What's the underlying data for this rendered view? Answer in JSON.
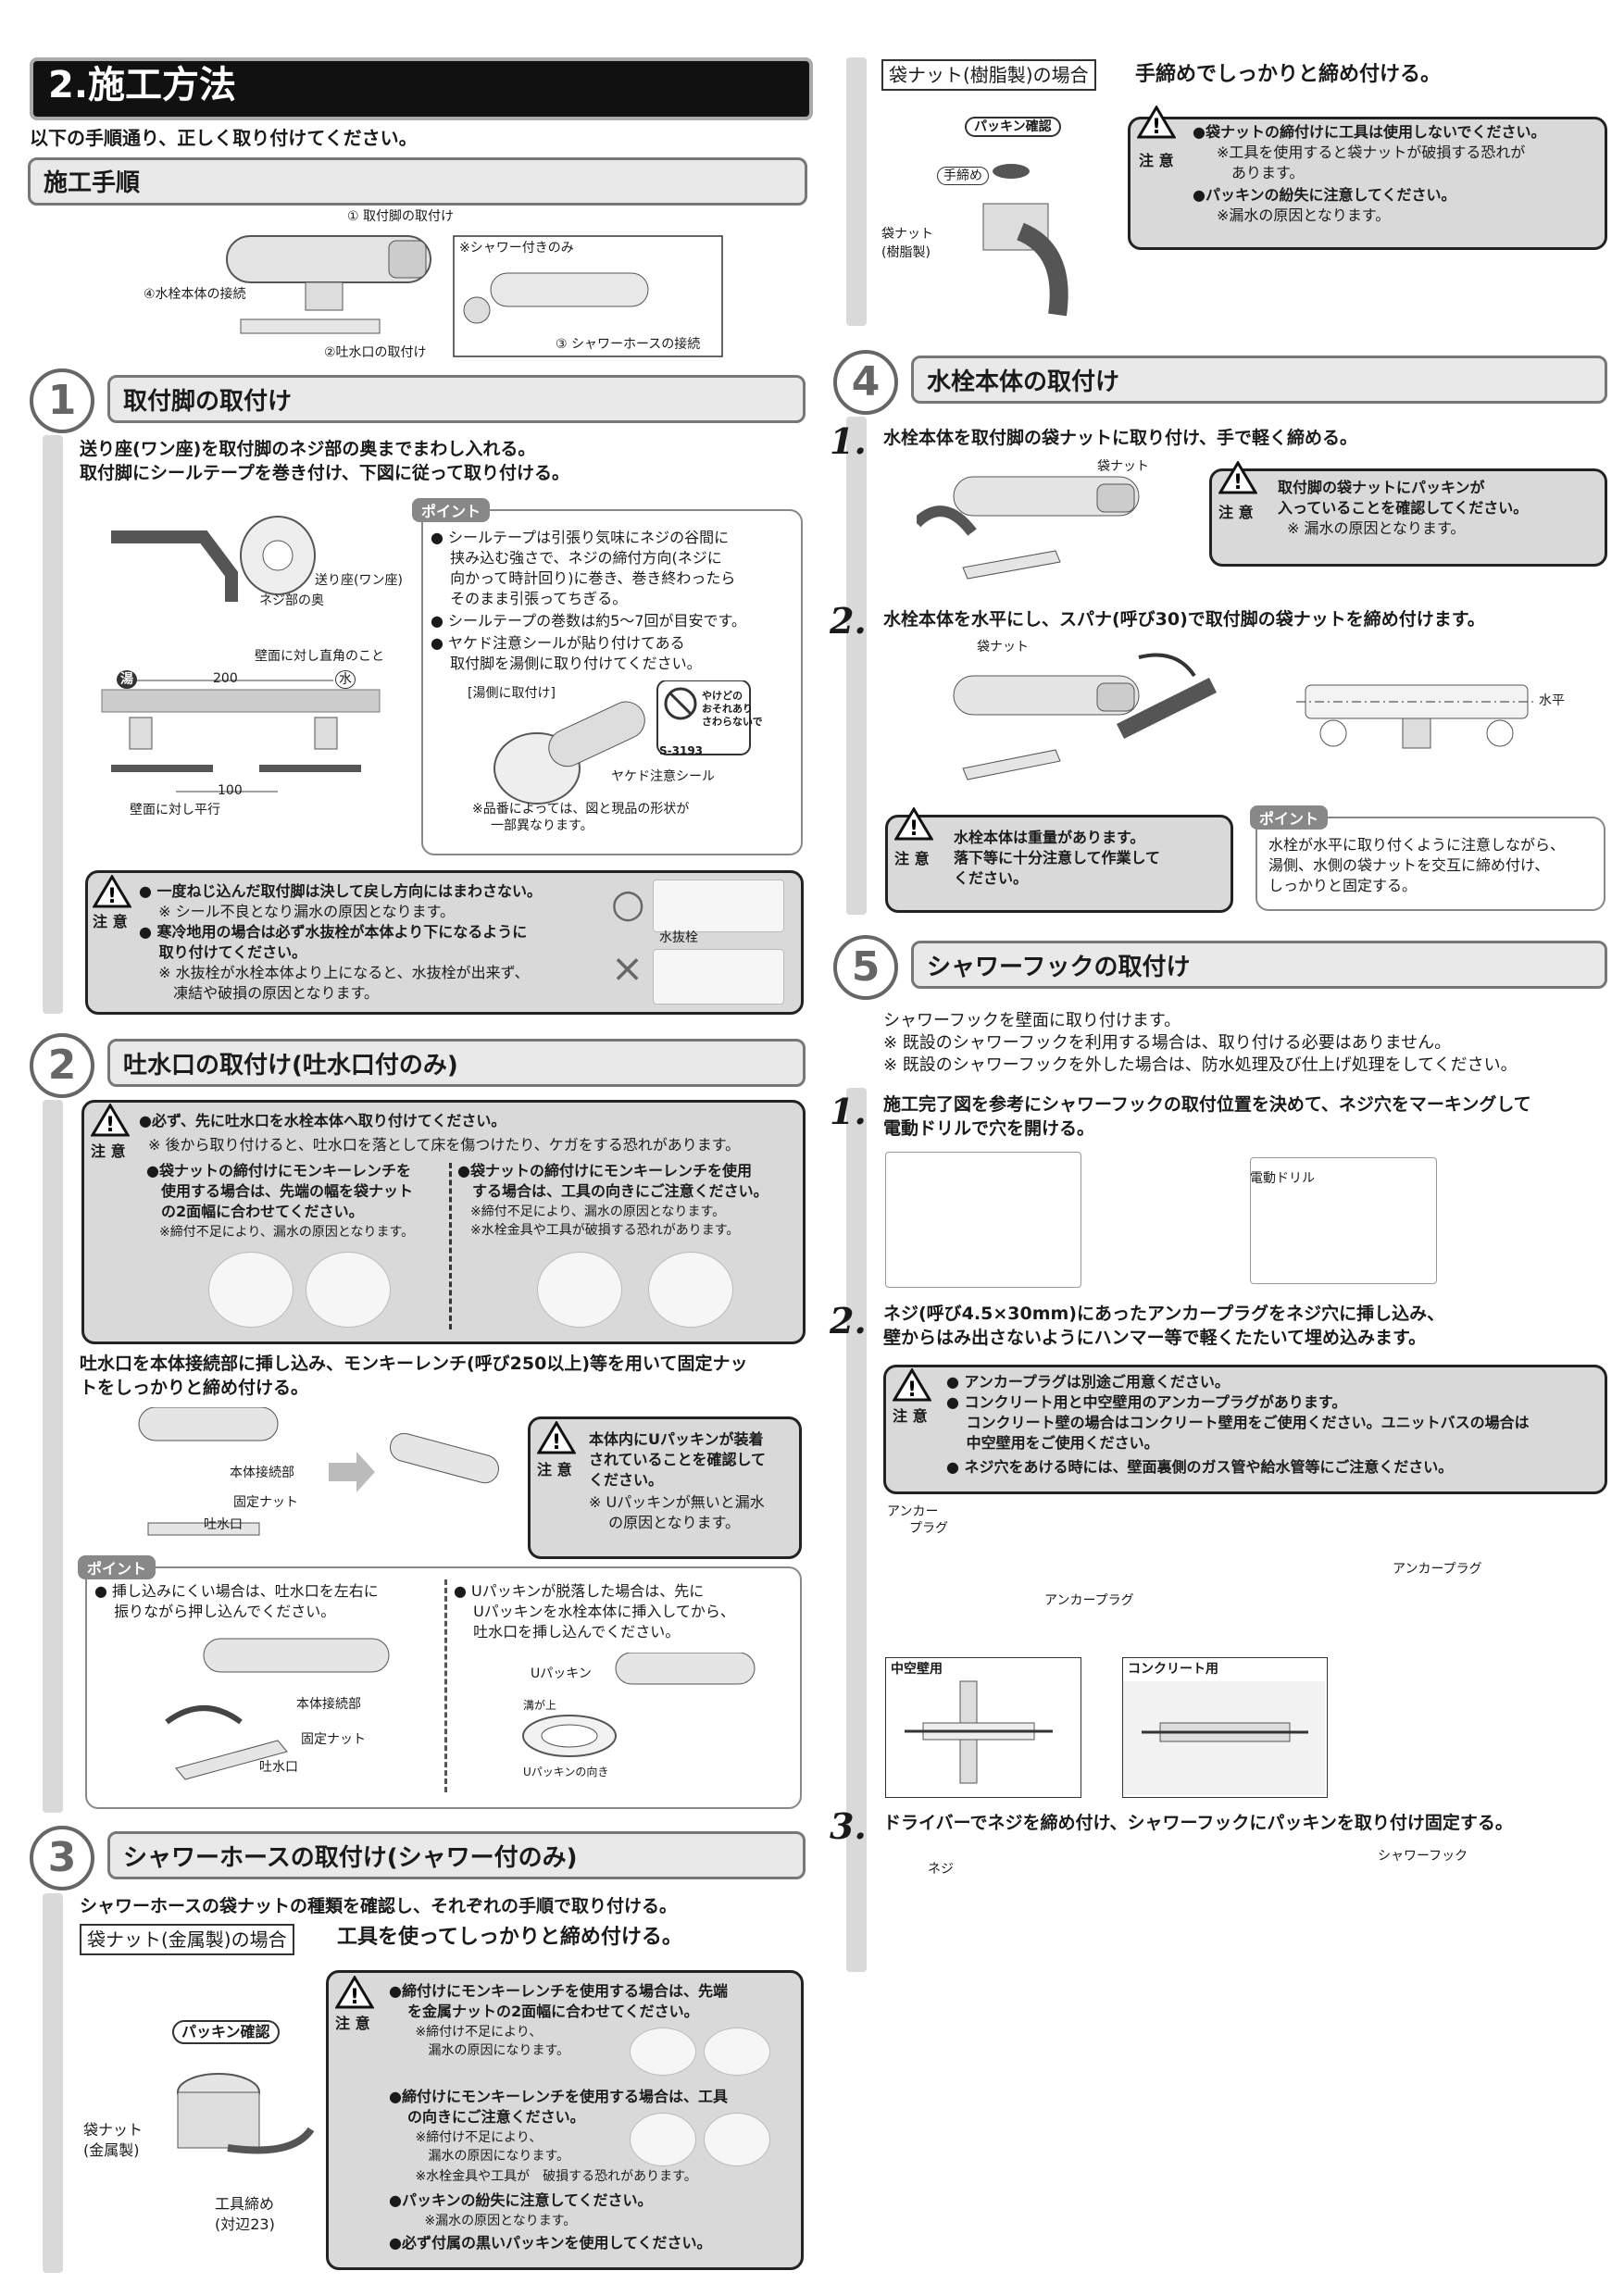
{
  "main_title": "2.施工方法",
  "intro": "以下の手順通り、正しく取り付けてください。",
  "proc_header": "施工手順",
  "overview_labels": {
    "l1": "① 取付脚の取付け",
    "l2": "④水栓本体の接続",
    "l3": "②吐水口の取付け",
    "shower_only": "※シャワー付きのみ",
    "l4": "③ シャワーホースの接続"
  },
  "s1": {
    "num": "1",
    "title": "取付脚の取付け",
    "line1": "送り座(ワン座)を取付脚のネジ部の奥までまわし入れる。",
    "line2": "取付脚にシールテープを巻き付け、下図に従って取り付ける。",
    "fig_labels": {
      "okurza": "送り座(ワン座)",
      "neji": "ネジ部の奥",
      "wall": "壁面に対し直角のこと",
      "hot": "湯",
      "cold": "水",
      "d200": "200",
      "d100": "100",
      "parallel": "壁面に対し平行"
    },
    "point_tag": "ポイント",
    "point": [
      "● シールテープは引張り気味にネジの谷間に",
      "　 挟み込む強さで、ネジの締付方向(ネジに",
      "　 向かって時計回り)に巻き、巻き終わったら",
      "　 そのまま引張ってちぎる。",
      "● シールテープの巻数は約5～7回が目安です。",
      "● ヤケド注意シールが貼り付けてある",
      "　 取付脚を湯側に取り付けてください。"
    ],
    "point_fig": {
      "yu": "[湯側に取付け]",
      "sticker": "ヤケド注意シール",
      "code": "S-3193",
      "burn1": "やけどの",
      "burn2": "おそれあり",
      "burn3": "さわらないで",
      "note1": "※品番によっては、図と現品の形状が",
      "note2": "一部異なります。"
    },
    "warn_label": "注 意",
    "warn": [
      "● 一度ねじ込んだ取付脚は決して戻し方向にはまわさない。",
      "　 ※ シール不良となり漏水の原因となります。",
      "● 寒冷地用の場合は必ず水抜栓が本体より下になるように",
      "　 取り付けてください。",
      "　 ※ 水抜栓が水栓本体より上になると、水抜栓が出来ず、",
      "　　 凍結や破損の原因となります。"
    ],
    "ok": "○",
    "ng": "×",
    "drain": "水抜栓"
  },
  "s2": {
    "num": "2",
    "title": "吐水口の取付け(吐水口付のみ)",
    "warn_label": "注 意",
    "warn_top": [
      "●必ず、先に吐水口を水栓本体へ取り付けてください。",
      "※ 後から取り付けると、吐水口を落として床を傷つけたり、ケガをする恐れがあります。"
    ],
    "warn_left": [
      "●袋ナットの締付けにモンキーレンチを",
      "　使用する場合は、先端の幅を袋ナット",
      "　の2面幅に合わせてください。",
      "　※締付不足により、漏水の原因となります。"
    ],
    "warn_right": [
      "●袋ナットの締付けにモンキーレンチを使用",
      "　する場合は、工具の向きにご注意ください。",
      "　※締付不足により、漏水の原因となります。",
      "　※水栓金具や工具が破損する恐れがあります。"
    ],
    "body1": "吐水口を本体接続部に挿し込み、モンキーレンチ(呼び250以上)等を用いて固定ナッ",
    "body2": "トをしっかりと締め付ける。",
    "fig_labels": {
      "a": "本体接続部",
      "b": "固定ナット",
      "c": "吐水口"
    },
    "warn2_label": "注 意",
    "warn2": [
      "本体内にUパッキンが装着",
      "されていることを確認して",
      "ください。",
      "※ Uパッキンが無いと漏水",
      "　 の原因となります。"
    ],
    "point_tag": "ポイント",
    "point_left": [
      "● 挿し込みにくい場合は、吐水口を左右に",
      "　 振りながら押し込んでください。"
    ],
    "point_right": [
      "● Uパッキンが脱落した場合は、先に",
      "　 Uパッキンを水栓本体に挿入してから、",
      "　 吐水口を挿し込んでください。"
    ],
    "pfig": {
      "a": "本体接続部",
      "b": "固定ナット",
      "c": "吐水口",
      "u": "Uパッキン",
      "mizo": "溝が上",
      "u2": "Uパッキンの向き"
    }
  },
  "s3": {
    "num": "3",
    "title": "シャワーホースの取付け(シャワー付のみ)",
    "line1": "シャワーホースの袋ナットの種類を確認し、それぞれの手順で取り付ける。",
    "metal_box": "袋ナット(金属製)の場合",
    "metal_text": "工具を使ってしっかりと締め付ける。",
    "fig": {
      "packing": "パッキン確認",
      "nut1": "袋ナット",
      "nut2": "(金属製)",
      "tool1": "工具締め",
      "tool2": "(対辺23)"
    },
    "warn_label": "注 意",
    "warn": [
      "●締付けにモンキーレンチを使用する場合は、先端",
      "を金属ナットの2面幅に合わせてください。",
      "　 ※締付け不足により、",
      "　　 漏水の原因になります。",
      "●締付けにモンキーレンチを使用する場合は、工具",
      "の向きにご注意ください。",
      "　 ※締付け不足により、",
      "　　 漏水の原因になります。",
      "　 ※水栓金具や工具が　破損する恐れがあります。",
      "●パッキンの紛失に注意してください。",
      "　 ※漏水の原因となります。",
      "●必ず付属の黒いパッキンを使用してください。"
    ],
    "resin_box": "袋ナット(樹脂製)の場合",
    "resin_text": "手締めでしっかりと締め付ける。",
    "rfig": {
      "packing": "パッキン確認",
      "hand": "手締め",
      "nut1": "袋ナット",
      "nut2": "(樹脂製)"
    },
    "rwarn_label": "注 意",
    "rwarn": [
      "●袋ナットの締付けに工具は使用しないでください。",
      "　※工具を使用すると袋ナットが破損する恐れが",
      "　　あります。",
      "●パッキンの紛失に注意してください。",
      "　※漏水の原因となります。"
    ]
  },
  "s4": {
    "num": "4",
    "title": "水栓本体の取付け",
    "step1_no": "1.",
    "step1": "水栓本体を取付脚の袋ナットに取り付け、手で軽く締める。",
    "fig1": "袋ナット",
    "warn1_label": "注 意",
    "warn1": [
      "取付脚の袋ナットにパッキンが",
      "入っていることを確認してください。",
      "※ 漏水の原因となります。"
    ],
    "step2_no": "2.",
    "step2": "水栓本体を水平にし、スパナ(呼び30)で取付脚の袋ナットを締め付けます。",
    "fig2": "袋ナット",
    "level": "水平",
    "warn2_label": "注 意",
    "warn2": [
      "水栓本体は重量があります。",
      "落下等に十分注意して作業して",
      "ください。"
    ],
    "point_tag": "ポイント",
    "point": [
      "水栓が水平に取り付くように注意しながら、",
      "湯側、水側の袋ナットを交互に締め付け、",
      "しっかりと固定する。"
    ]
  },
  "s5": {
    "num": "5",
    "title": "シャワーフックの取付け",
    "intro": [
      "シャワーフックを壁面に取り付けます。",
      "※ 既設のシャワーフックを利用する場合は、取り付ける必要はありません。",
      "※ 既設のシャワーフックを外した場合は、防水処理及び仕上げ処理をしてください。"
    ],
    "step1_no": "1.",
    "step1": [
      "施工完了図を参考にシャワーフックの取付位置を決めて、ネジ穴をマーキングして",
      "電動ドリルで穴を開ける。"
    ],
    "drill": "電動ドリル",
    "step2_no": "2.",
    "step2": [
      "ネジ(呼び4.5×30mm)にあったアンカープラグをネジ穴に挿し込み、",
      "壁からはみ出さないようにハンマー等で軽くたたいて埋め込みます。"
    ],
    "warn_label": "注 意",
    "warn": [
      "● アンカープラグは別途ご用意ください。",
      "● コンクリート用と中空壁用のアンカープラグがあります。",
      "　 コンクリート壁の場合はコンクリート壁用をご使用ください。ユニットバスの場合は",
      "　 中空壁用をご使用ください。",
      "● ネジ穴をあける時には、壁面裏側のガス管や給水管等にご注意ください。"
    ],
    "fig_a1": "アンカー",
    "fig_a2": "プラグ",
    "fig_a3": "アンカープラグ",
    "fig_a4": "アンカープラグ",
    "hollow": "中空壁用",
    "concrete": "コンクリート用",
    "step3_no": "3.",
    "step3": "ドライバーでネジを締め付け、シャワーフックにパッキンを取り付け固定する。",
    "screw": "ネジ",
    "hook": "シャワーフック"
  }
}
